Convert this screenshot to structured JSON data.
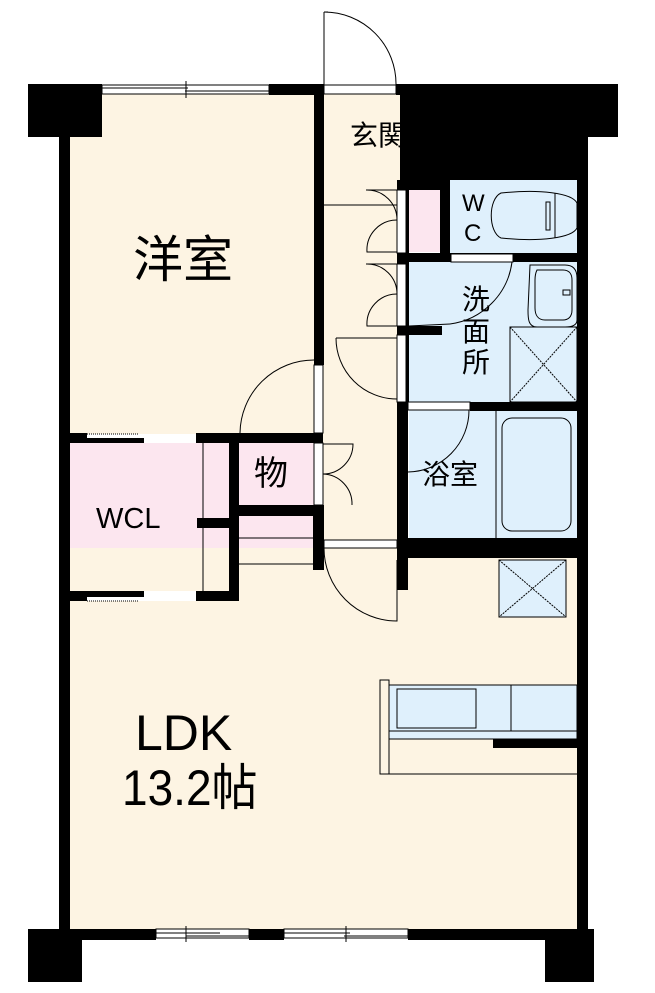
{
  "floorplan": {
    "colors": {
      "living_floor": "#fdf4e3",
      "storage_floor": "#fce6ef",
      "wet_area_floor": "#dff0fc",
      "wall": "#000000",
      "background": "#ffffff"
    },
    "rooms": [
      {
        "id": "western-room",
        "label": "洋室"
      },
      {
        "id": "entrance",
        "label": "玄関"
      },
      {
        "id": "toilet",
        "label": "W\nC",
        "label_line1": "W",
        "label_line2": "C"
      },
      {
        "id": "washroom",
        "label": "洗面所",
        "chars": [
          "洗",
          "面",
          "所"
        ]
      },
      {
        "id": "bathroom",
        "label": "浴室"
      },
      {
        "id": "storage",
        "label": "物"
      },
      {
        "id": "walk-in-closet",
        "label": "WCL"
      },
      {
        "id": "ldk",
        "label": "LDK",
        "area": "13.2帖"
      }
    ]
  }
}
